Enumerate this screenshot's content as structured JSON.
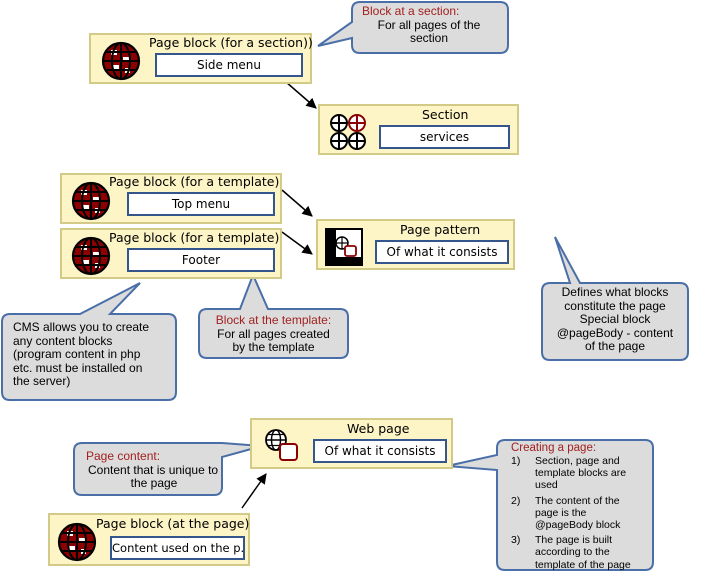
{
  "blocks": {
    "page_block_section": {
      "title": "Page block (for a section))",
      "value": "Side menu"
    },
    "section": {
      "title": "Section",
      "value": "services"
    },
    "page_block_template_top": {
      "title": "Page block (for a template)",
      "value": "Top menu"
    },
    "page_block_template_footer": {
      "title": "Page block (for a template)",
      "value": "Footer"
    },
    "page_pattern": {
      "title": "Page pattern",
      "value": "Of what it consists"
    },
    "web_page": {
      "title": "Web page",
      "value": "Of what it consists"
    },
    "page_block_page": {
      "title": "Page block (at the page)",
      "value": "Content used on the p."
    }
  },
  "callouts": {
    "block_at_section": {
      "heading": "Block at a section:",
      "lines": [
        "For all pages of the",
        "section"
      ]
    },
    "cms": {
      "lines": [
        "CMS allows you to create",
        "any content blocks",
        "(program content in php",
        "etc. must be installed on",
        "the server)"
      ]
    },
    "block_at_template": {
      "heading": "Block at the template:",
      "lines": [
        "For all pages created",
        "by the template"
      ]
    },
    "defines": {
      "lines": [
        "Defines what blocks",
        "constitute the page",
        "Special block",
        "@pageBody - content",
        "of the page"
      ]
    },
    "page_content": {
      "heading": "Page content:",
      "lines": [
        "Content that is unique to",
        "the page"
      ]
    },
    "creating_page": {
      "heading": "Creating a page:",
      "items": [
        {
          "num": "1)",
          "lines": [
            "Section, page and",
            "template blocks are",
            "used"
          ]
        },
        {
          "num": "2)",
          "lines": [
            "The content of the",
            "page is the",
            "@pageBody block"
          ]
        },
        {
          "num": "3)",
          "lines": [
            "The page is built",
            "according to the",
            "template of the page"
          ]
        }
      ]
    }
  },
  "icons": {
    "globe": "globe-icon",
    "section": "section-icon",
    "template": "template-icon",
    "webpage": "webpage-icon"
  },
  "colors": {
    "block_fill": "#fdf5c6",
    "block_border": "#d2ca86",
    "field_border": "#35568d",
    "callout_fill": "#dcdcdc",
    "callout_border": "#4a6fa8",
    "heading_red": "#a32020",
    "globe_red": "#8b0000"
  }
}
